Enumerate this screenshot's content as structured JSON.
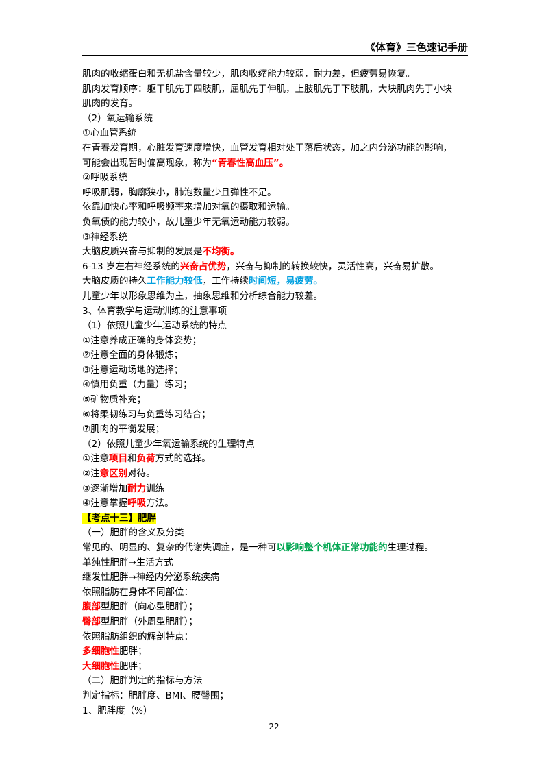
{
  "header": {
    "title": "《体育》三色速记手册"
  },
  "page_number": "22",
  "lines": [
    [
      {
        "t": "肌肉的收缩蛋白和无机盐含量较少，肌肉收缩能力较弱，耐力差，但疲劳易恢复。"
      }
    ],
    [
      {
        "t": "肌肉发育顺序：躯干肌先于四肢肌，屈肌先于伸肌，上肢肌先于下肢肌，大块肌肉先于小块"
      }
    ],
    [
      {
        "t": "肌肉的发育。"
      }
    ],
    [
      {
        "t": "（2）氧运输系统"
      }
    ],
    [
      {
        "t": "①心血管系统"
      }
    ],
    [
      {
        "t": "在青春发育期，心脏发育速度增快，血管发育相对处于落后状态，加之内分泌功能的影响，"
      }
    ],
    [
      {
        "t": "可能会出现暂时偏高现象，称为"
      },
      {
        "t": "“青春性高血压”。",
        "s": "red"
      }
    ],
    [
      {
        "t": "②呼吸系统"
      }
    ],
    [
      {
        "t": "呼吸肌弱，胸廓狭小，肺泡数量少且弹性不足。"
      }
    ],
    [
      {
        "t": "依靠加快心率和呼吸频率来增加对氧的摄取和运输。"
      }
    ],
    [
      {
        "t": "负氧债的能力较小，故儿童少年无氧运动能力较弱。"
      }
    ],
    [
      {
        "t": "③神经系统"
      }
    ],
    [
      {
        "t": "大脑皮质兴奋与抑制的发展是"
      },
      {
        "t": "不均衡。",
        "s": "red"
      }
    ],
    [
      {
        "t": "6-13 岁左右神经系统的"
      },
      {
        "t": "兴奋占优势",
        "s": "red"
      },
      {
        "t": "，兴奋与抑制的转换较快，灵活性高，兴奋易扩散。"
      }
    ],
    [
      {
        "t": "大脑皮质的持久"
      },
      {
        "t": "工作能力较低",
        "s": "blue"
      },
      {
        "t": "，工作持续"
      },
      {
        "t": "时间短，易疲劳。",
        "s": "blue"
      }
    ],
    [
      {
        "t": "儿童少年以形象思维为主，抽象思维和分析综合能力较差。"
      }
    ],
    [
      {
        "t": "3、体育教学与运动训练的注意事项"
      }
    ],
    [
      {
        "t": "（1）依照儿童少年运动系统的特点"
      }
    ],
    [
      {
        "t": "①注意养成正确的身体姿势；"
      }
    ],
    [
      {
        "t": "②注意全面的身体锻炼；"
      }
    ],
    [
      {
        "t": "③注意运动场地的选择；"
      }
    ],
    [
      {
        "t": "④慎用负重（力量）练习；"
      }
    ],
    [
      {
        "t": "⑤矿物质补充；"
      }
    ],
    [
      {
        "t": "⑥将柔韧练习与负重练习结合；"
      }
    ],
    [
      {
        "t": "⑦肌肉的平衡发展；"
      }
    ],
    [
      {
        "t": "（2）依照儿童少年氧运输系统的生理特点"
      }
    ],
    [
      {
        "t": "①注意"
      },
      {
        "t": "项目",
        "s": "red"
      },
      {
        "t": "和"
      },
      {
        "t": "负荷",
        "s": "red"
      },
      {
        "t": "方式的选择。"
      }
    ],
    [
      {
        "t": "②注"
      },
      {
        "t": "意区别",
        "s": "red"
      },
      {
        "t": "对待。"
      }
    ],
    [
      {
        "t": "③逐渐增加"
      },
      {
        "t": "耐力",
        "s": "red"
      },
      {
        "t": "训练"
      }
    ],
    [
      {
        "t": "④注意掌握"
      },
      {
        "t": "呼吸",
        "s": "red"
      },
      {
        "t": "方法。"
      }
    ],
    [
      {
        "t": "【考点十三】肥胖",
        "s": "hl"
      }
    ],
    [
      {
        "t": "（一）肥胖的含义及分类"
      }
    ],
    [
      {
        "t": "常见的、明显的、复杂的代谢失调症，是一种可"
      },
      {
        "t": "以影响整个机体正常功能的",
        "s": "green"
      },
      {
        "t": "生理过程。"
      }
    ],
    [
      {
        "t": "单纯性肥胖→生活方式"
      }
    ],
    [
      {
        "t": "继发性肥胖→神经内分泌系统疾病"
      }
    ],
    [
      {
        "t": "依照脂肪在身体不同部位："
      }
    ],
    [
      {
        "t": "腹部",
        "s": "red"
      },
      {
        "t": "型肥胖（向心型肥胖）；"
      }
    ],
    [
      {
        "t": "臀部",
        "s": "red"
      },
      {
        "t": "型肥胖（外周型肥胖）；"
      }
    ],
    [
      {
        "t": "依照脂肪组织的解剖特点："
      }
    ],
    [
      {
        "t": "多细胞性",
        "s": "red"
      },
      {
        "t": "肥胖；"
      }
    ],
    [
      {
        "t": "大细胞性",
        "s": "red"
      },
      {
        "t": "肥胖；"
      }
    ],
    [
      {
        "t": "（二）肥胖判定的指标与方法"
      }
    ],
    [
      {
        "t": "判定指标：肥胖度、BMI、腰臀围；"
      }
    ],
    [
      {
        "t": "1、肥胖度（%）"
      }
    ]
  ]
}
